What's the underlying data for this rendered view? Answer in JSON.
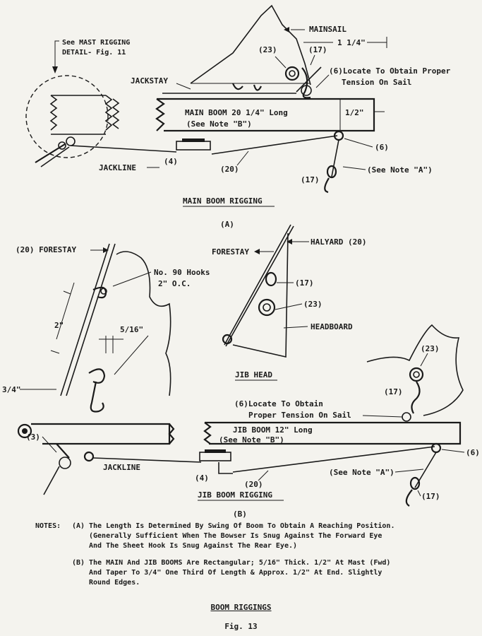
{
  "labels": {
    "mast_rigging": "See MAST RIGGING",
    "mast_rigging2": "DETAIL- Fig. 11",
    "mainsail": "MAINSAIL",
    "dim_1_1_4": "1 1/4\"",
    "n23_a": "(23)",
    "n17_a": "(17)",
    "locate_a": "(6)Locate To Obtain Proper",
    "tension_a": "Tension On Sail",
    "jackstay": "JACKSTAY",
    "main_boom": "MAIN BOOM 20 1/4\" Long",
    "see_note_b_a": "(See Note \"B\")",
    "dim_1_2_a": "1/2\"",
    "n6_a": "(6)",
    "jackline_a": "JACKLINE",
    "n4_a": "(4)",
    "n20_a": "(20)",
    "see_note_a_a": "(See Note \"A\")",
    "n17_b": "(17)",
    "main_boom_rigging": "MAIN BOOM RIGGING",
    "sub_a": "(A)",
    "n20_forestay": "(20)  FORESTAY",
    "hooks": "No. 90 Hooks",
    "hooks_oc": "2\" O.C.",
    "dim_2": "2\"",
    "dim_5_16": "5/16\"",
    "dim_3_4": "3/4\"",
    "forestay_b": "FORESTAY",
    "halyard": "HALYARD (20)",
    "n17_c": "(17)",
    "n23_b": "(23)",
    "headboard": "HEADBOARD",
    "jib_head": "JIB HEAD",
    "n23_c": "(23)",
    "n17_d": "(17)",
    "locate_b": "(6)Locate To Obtain",
    "tension_b": "Proper Tension On Sail",
    "jib_boom": "JIB BOOM  12\" Long",
    "see_note_b_b": "(See Note \"B\")",
    "n3": "(3)",
    "jackline_b": "JACKLINE",
    "n4_b": "(4)",
    "n20_b": "(20)",
    "n6_b": "(6)",
    "see_note_a_b": "(See Note \"A\")",
    "n17_e": "(17)",
    "jib_boom_rigging": "JIB BOOM RIGGING",
    "sub_b": "(B)"
  },
  "notes": {
    "heading": "NOTES:",
    "a_tag": "(A)",
    "a_line1": "The Length Is Determined By Swing Of Boom To Obtain A Reaching Position.",
    "a_line2": "(Generally Sufficient When The Bowser Is Snug Against The Forward Eye",
    "a_line3": "And The Sheet Hook Is Snug Against The Rear Eye.)",
    "b_tag": "(B)",
    "b_line1": "The MAIN And JIB BOOMS Are Rectangular; 5/16\" Thick.  1/2\" At Mast (Fwd)",
    "b_line2": "And Taper To 3/4\" One Third Of Length & Approx. 1/2\" At End. Slightly",
    "b_line3": "Round Edges."
  },
  "footer": {
    "title": "BOOM RIGGINGS",
    "fig": "Fig. 13"
  }
}
